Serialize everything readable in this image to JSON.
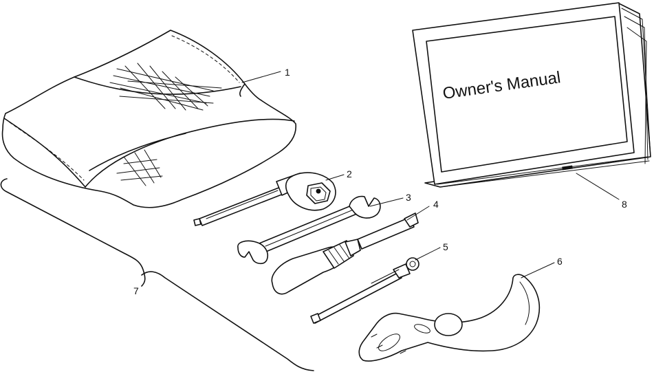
{
  "manual": {
    "cover_title": "Owner's Manual"
  },
  "callouts": [
    {
      "id": "1",
      "label": "1"
    },
    {
      "id": "2",
      "label": "2"
    },
    {
      "id": "3",
      "label": "3"
    },
    {
      "id": "4",
      "label": "4"
    },
    {
      "id": "5",
      "label": "5"
    },
    {
      "id": "6",
      "label": "6"
    },
    {
      "id": "7",
      "label": "7"
    },
    {
      "id": "8",
      "label": "8"
    }
  ]
}
